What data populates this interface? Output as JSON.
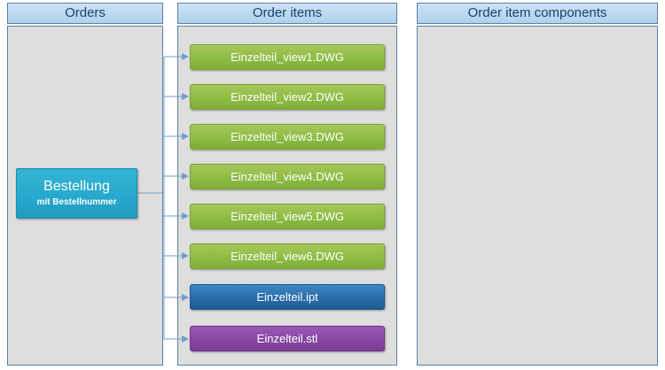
{
  "columns": [
    {
      "id": "orders",
      "header": "Orders"
    },
    {
      "id": "order-items",
      "header": "Order items"
    },
    {
      "id": "order-item-components",
      "header": "Order item components"
    }
  ],
  "order_node": {
    "title": "Bestellung",
    "subtitle": "mit Bestellnummer",
    "color": "#27a9cd"
  },
  "order_items": [
    {
      "label": "Einzelteil_view1.DWG",
      "color": "#8ebc45"
    },
    {
      "label": "Einzelteil_view2.DWG",
      "color": "#8ebc45"
    },
    {
      "label": "Einzelteil_view3.DWG",
      "color": "#8ebc45"
    },
    {
      "label": "Einzelteil_view4.DWG",
      "color": "#8ebc45"
    },
    {
      "label": "Einzelteil_view5.DWG",
      "color": "#8ebc45"
    },
    {
      "label": "Einzelteil_view6.DWG",
      "color": "#8ebc45"
    },
    {
      "label": "Einzelteil.ipt",
      "color": "#2a6ca8"
    },
    {
      "label": "Einzelteil.stl",
      "color": "#8847a3"
    }
  ],
  "components": [],
  "style": {
    "panel_background": "#dedede",
    "panel_border": "#5b7fa6",
    "header_text_color": "#16436e",
    "connector_color": "#6f9ecb"
  }
}
